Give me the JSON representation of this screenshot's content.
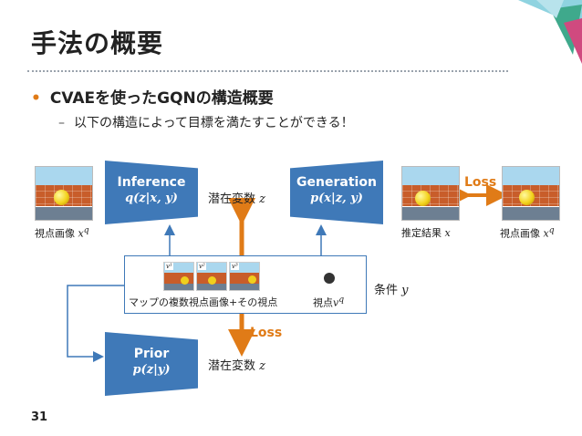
{
  "slide": {
    "title": "手法の概要",
    "bullet": "CVAEを使ったGQNの構造概要",
    "sub_bullet": "以下の構造によって目標を満たすことができる！",
    "page_number": "31"
  },
  "diagram": {
    "inference": {
      "title": "Inference",
      "formula": "q(z|x, y)"
    },
    "generation": {
      "title": "Generation",
      "formula": "p(x|z, y)"
    },
    "prior": {
      "title": "Prior",
      "formula": "p(z|y)"
    },
    "latent_top": {
      "text": "潜在変数",
      "var": "z"
    },
    "latent_bottom": {
      "text": "潜在変数",
      "var": "z"
    },
    "left_image_label": {
      "text": "視点画像",
      "var": "x",
      "sup": "q"
    },
    "estimate_label": {
      "text": "推定結果",
      "var": "x"
    },
    "right_image_label": {
      "text": "視点画像",
      "var": "x",
      "sup": "q"
    },
    "loss_top": "Loss",
    "loss_middle": "Loss",
    "condition_label": {
      "text": "条件",
      "var": "y"
    },
    "maps_label": "マップの複数視点画像+その視点",
    "viewpoint_label": {
      "text": "視点",
      "var": "v",
      "sup": "q"
    },
    "thumb_tags": [
      "v¹",
      "v²",
      "v³"
    ]
  },
  "colors": {
    "block": "#3f79b8",
    "loss": "#e07b17"
  }
}
